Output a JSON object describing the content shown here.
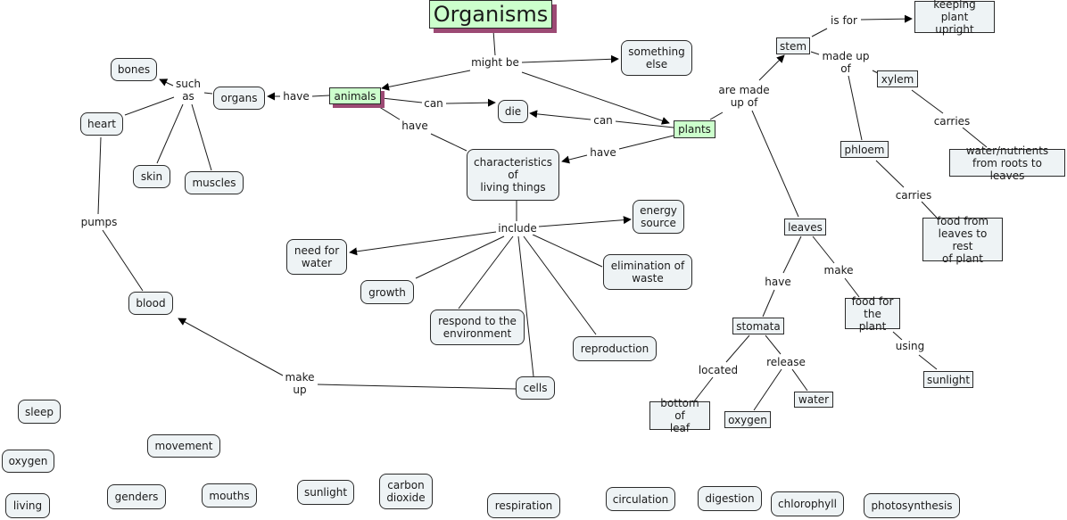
{
  "title": "Organisms",
  "colors": {
    "concept_fill": "#eef3f5",
    "highlight_fill": "#ccffcc",
    "shadow": "#9c4a74",
    "line": "#1a1a1a"
  },
  "nodes": {
    "organisms": "Organisms",
    "animals": "animals",
    "plants": "plants",
    "something_else": "something\nelse",
    "die": "die",
    "organs": "organs",
    "bones": "bones",
    "heart": "heart",
    "skin": "skin",
    "muscles": "muscles",
    "blood": "blood",
    "characteristics": "characteristics\nof\nliving things",
    "energy_source": "energy\nsource",
    "need_for_water": "need for\nwater",
    "growth": "growth",
    "respond": "respond to the\nenvironment",
    "elimination": "elimination of\nwaste",
    "reproduction": "reproduction",
    "cells": "cells",
    "stem": "stem",
    "keeping_upright": "keeping plant\nupright",
    "xylem": "xylem",
    "phloem": "phloem",
    "water_nutrients": "water/nutrients\nfrom roots to leaves",
    "food_from_leaves": "food from\nleaves to rest\nof plant",
    "leaves": "leaves",
    "stomata": "stomata",
    "food_for_plant": "food for\nthe plant",
    "sunlight_linked": "sunlight",
    "bottom_of_leaf": "bottom of\nleaf",
    "oxygen_linked": "oxygen",
    "water_linked": "water"
  },
  "linking_phrases": {
    "might_be": "might be",
    "can_animals": "can",
    "can_plants": "can",
    "have_organs": "have",
    "have_animals_char": "have",
    "have_plants_char": "have",
    "such_as": "such\nas",
    "pumps": "pumps",
    "make_up": "make\nup",
    "include": "include",
    "are_made_up_of": "are made\nup of",
    "is_for": "is for",
    "made_up_of": "made up\nof",
    "carries_xylem": "carries",
    "carries_phloem": "carries",
    "have_leaves": "have",
    "make_leaves": "make",
    "using": "using",
    "located": "located",
    "release": "release"
  },
  "unlinked_concepts": [
    "sleep",
    "oxygen",
    "living",
    "movement",
    "genders",
    "mouths",
    "sunlight",
    "carbon\ndioxide",
    "respiration",
    "circulation",
    "digestion",
    "chlorophyll",
    "photosynthesis"
  ]
}
